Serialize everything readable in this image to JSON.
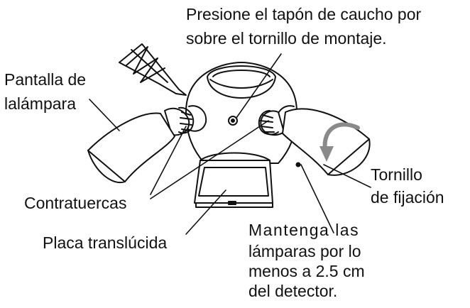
{
  "labels": {
    "press_cap_line1": "Presione el tapón de caucho por",
    "press_cap_line2": "sobre el tornillo de montaje.",
    "lamp_shade_line1": "Pantalla de",
    "lamp_shade_line2": "lalámpara",
    "locknuts": "Contratuercas",
    "translucent_plate": "Placa translúcida",
    "keep_lamps_line1": "Mantenga las",
    "keep_lamps_line2": "lámparas por lo",
    "keep_lamps_line3": "menos a 2.5 cm",
    "keep_lamps_line4": "del detector.",
    "fixing_screw_line1": "Tornillo",
    "fixing_screw_line2": "de fijación"
  },
  "colors": {
    "ink": "#111111",
    "arrow_gray": "#8a8a8a",
    "background": "#ffffff"
  }
}
